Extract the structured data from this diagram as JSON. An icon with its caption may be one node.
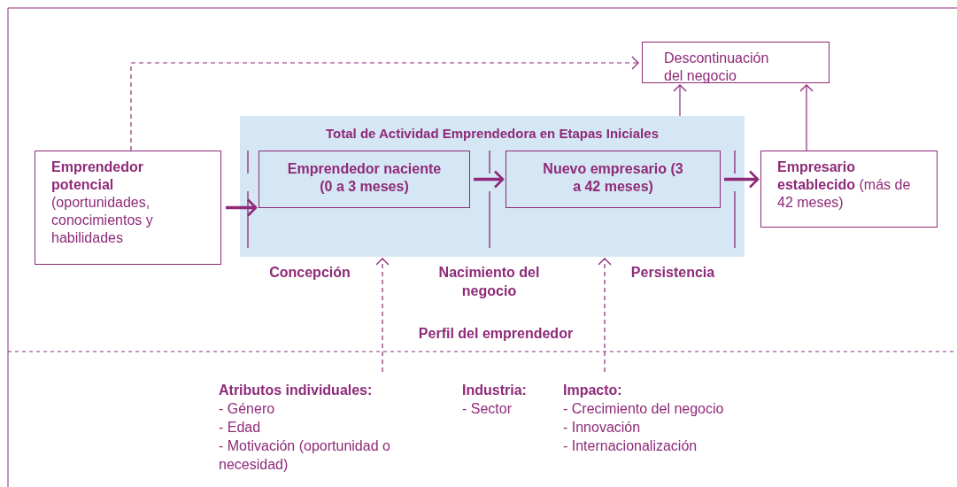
{
  "diagram": {
    "nodes": [
      {
        "text": [
          "Descontinuación del negocio"
        ]
      },
      {
        "text": [
          "Total de Actividad Emprendedora en Etapas Iniciales"
        ]
      },
      {
        "text": [
          "**Emprendedor potencial** (oportunidades, conocimientos y habilidades"
        ]
      },
      {
        "text": [
          "Emprendedor naciente (0 a 3 meses)"
        ],
        "in": 1
      },
      {
        "text": [
          "Nuevo empresario (3 a 42 meses)"
        ],
        "in": 1
      },
      {
        "text": [
          "**Empresario establecido** (más de 42 meses)"
        ]
      },
      {
        "text": [
          "Atributos individuales:",
          "- Género",
          "- Edad",
          "- Motivación (oportunidad o necesidad)"
        ]
      },
      {
        "text": [
          "Impacto:",
          "- Crecimiento del negocio",
          "- Innovación",
          "- Internacionalización"
        ]
      }
    ],
    "edges": [
      {
        "from": 2,
        "to": 0,
        "arrow": "to",
        "style": "dashed"
      },
      {
        "from": 2,
        "to": 3,
        "arrow": "to",
        "style": "thick"
      },
      {
        "from": 3,
        "to": 4,
        "arrow": "to",
        "style": "thick"
      },
      {
        "from": 4,
        "to": 5,
        "arrow": "to",
        "style": "thick"
      },
      {
        "from": 1,
        "to": 0,
        "arrow": "to"
      },
      {
        "from": 5,
        "to": 0,
        "arrow": "to"
      },
      {
        "from": 6,
        "to": 1,
        "arrow": "to",
        "style": "dashed"
      },
      {
        "from": 7,
        "to": 1,
        "arrow": "to",
        "style": "dashed"
      }
    ],
    "labels": [
      "Concepción",
      "Nacimiento del negocio",
      "Persistencia",
      "Perfil del emprendedor",
      "Industria:",
      "- Sector"
    ]
  }
}
